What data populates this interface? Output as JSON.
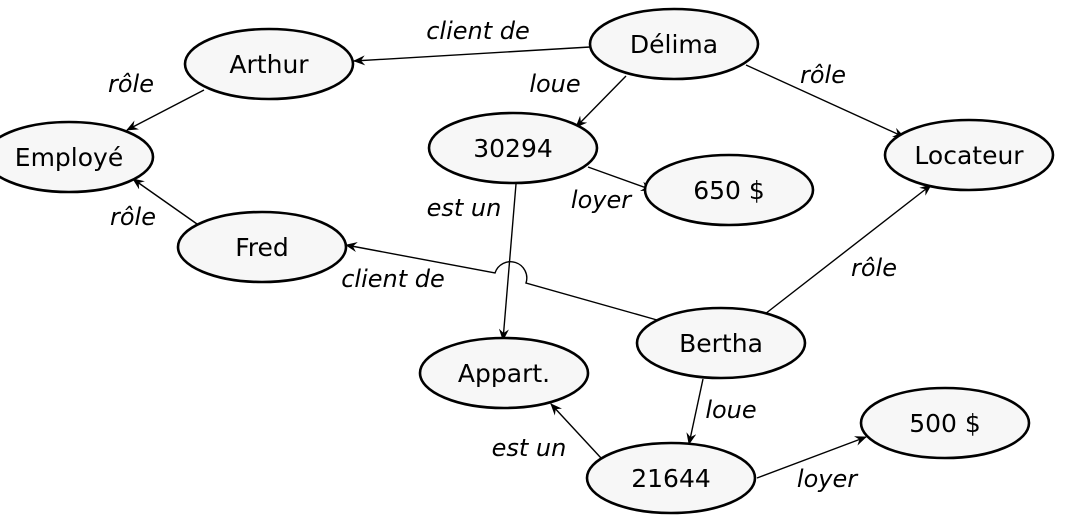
{
  "nodes": {
    "arthur": "Arthur",
    "delima": "Délima",
    "employe": "Employé",
    "n30294": "30294",
    "loyer650": "650 $",
    "locateur": "Locateur",
    "fred": "Fred",
    "bertha": "Bertha",
    "appart": "Appart.",
    "n21644": "21644",
    "loyer500": "500 $"
  },
  "edges": {
    "delima_arthur": "client de",
    "arthur_employe": "rôle",
    "delima_30294": "loue",
    "delima_locateur": "rôle",
    "fred_employe": "rôle",
    "n30294_appart": "est un",
    "n30294_loyer": "loyer",
    "bertha_fred": "client de",
    "bertha_locateur": "rôle",
    "bertha_21644": "loue",
    "n21644_appart": "est un",
    "n21644_loyer": "loyer"
  }
}
